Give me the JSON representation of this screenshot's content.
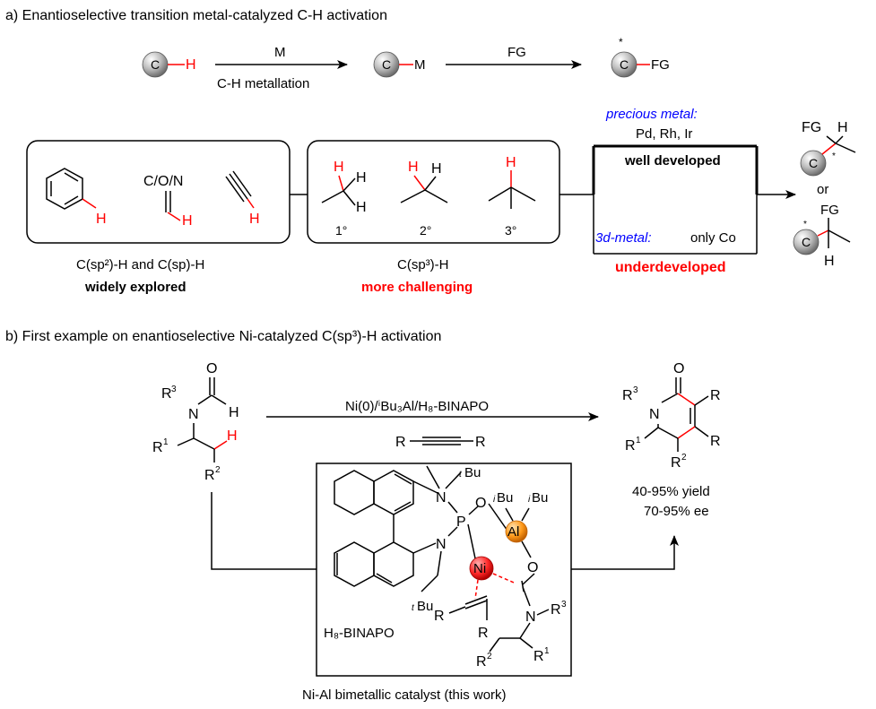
{
  "section_a": {
    "title": "a) Enantioselective transition metal-catalyzed C-H activation",
    "scheme": {
      "metal_label": "M",
      "step1_label": "C-H metallation",
      "fg_label": "FG",
      "c_atom": "C",
      "h_atom": "H",
      "m_atom": "M",
      "star": "*"
    },
    "sp2_box": {
      "heteroatoms": "C/O/N",
      "h_label": "H",
      "caption": "C(sp²)-H and C(sp)-H",
      "status": "widely explored"
    },
    "sp3_box": {
      "h_label": "H",
      "primary": "1°",
      "secondary": "2°",
      "tertiary": "3°",
      "caption": "C(sp³)-H",
      "status": "more challenging"
    },
    "metals_box": {
      "precious_title": "precious metal:",
      "precious_list": "Pd, Rh, Ir",
      "precious_status": "well developed",
      "base_title": "3d-metal:",
      "base_list": " only Co",
      "base_status": "underdeveloped"
    },
    "products": {
      "fg": "FG",
      "h": "H",
      "c": "C",
      "or": "or",
      "star": "*"
    }
  },
  "section_b": {
    "title": "b) First example on enantioselective Ni-catalyzed C(sp³)-H activation",
    "conditions": "Ni(0)/ⁱBu₃Al/H₈-BINAPO",
    "alkyne_r": "R",
    "substrate": {
      "o": "O",
      "n": "N",
      "h": "H",
      "r1": "R",
      "r2": "R",
      "r3": "R"
    },
    "product": {
      "o": "O",
      "n": "N",
      "r": "R",
      "yield": "40-95% yield",
      "ee": "70-95% ee"
    },
    "catalyst": {
      "ligand_name": "H₈-BINAPO",
      "tbu": "Bu",
      "ibu": "Bu",
      "p": "P",
      "n": "N",
      "o": "O",
      "al": "Al",
      "ni": "Ni",
      "r": "R",
      "caption": "Ni-Al bimetallic catalyst (this work)"
    }
  }
}
